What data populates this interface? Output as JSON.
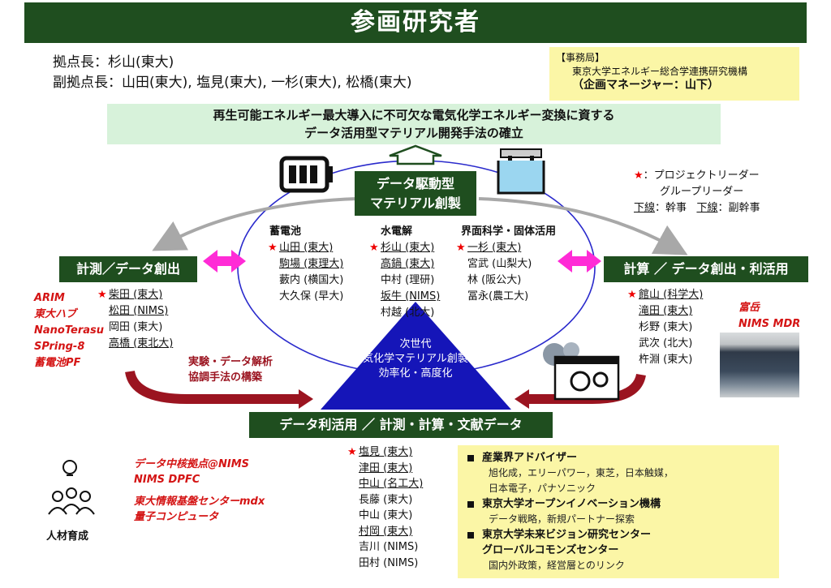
{
  "title": "参画研究者",
  "leaders": {
    "lead": "拠点長：杉山(東大)",
    "deputy": "副拠点長：山田(東大), 塩見(東大), 一杉(東大), 松橋(東大)"
  },
  "office": {
    "line1": "【事務局】",
    "line2": "東京大学エネルギー総合学連携研究機構",
    "line3": "（企画マネージャー：山下）"
  },
  "goal": {
    "line1": "再生可能エネルギー最大導入に不可欠な電気化学エネルギー変換に資する",
    "line2": "データ活用型マテリアル開発手法の確立"
  },
  "center_box": {
    "line1": "データ駆動型",
    "line2": "マテリアル創製"
  },
  "legend": {
    "line1": "：プロジェクトリーダー",
    "line2": "グループリーダー",
    "underline1": "下線",
    "label1": "：幹事",
    "underline2": "下線",
    "label2": "：副幹事"
  },
  "star": "★",
  "groups": {
    "battery": {
      "title": "蓄電池",
      "members": [
        {
          "name": "山田 (東大)",
          "star": true,
          "u": true
        },
        {
          "name": "駒場 (東理大)",
          "star": false,
          "u": true
        },
        {
          "name": "藪内 (横国大)",
          "star": false,
          "u": false
        },
        {
          "name": "大久保 (早大)",
          "star": false,
          "u": false
        }
      ]
    },
    "electrolysis": {
      "title": "水電解",
      "members": [
        {
          "name": "杉山 (東大)",
          "star": true,
          "u": true
        },
        {
          "name": "高鍋 (東大)",
          "star": false,
          "u": true
        },
        {
          "name": "中村 (理研)",
          "star": false,
          "u": false
        },
        {
          "name": "坂牛 (NIMS)",
          "star": false,
          "u": true
        },
        {
          "name": "村越 (北大)",
          "star": false,
          "u": false
        }
      ]
    },
    "interface": {
      "title": "界面科学・固体活用",
      "members": [
        {
          "name": "一杉 (東大)",
          "star": true,
          "u": true
        },
        {
          "name": "宮武 (山梨大)",
          "star": false,
          "u": false
        },
        {
          "name": "林 (阪公大)",
          "star": false,
          "u": false
        },
        {
          "name": "冨永(農工大)",
          "star": false,
          "u": false
        }
      ]
    }
  },
  "measure": {
    "label": "計測／データ創出",
    "members": [
      {
        "name": "柴田 (東大)",
        "star": true,
        "u": true
      },
      {
        "name": "松田 (NIMS)",
        "star": false,
        "u": true
      },
      {
        "name": "岡田 (東大)",
        "star": false,
        "u": false
      },
      {
        "name": "高橋 (東北大)",
        "star": false,
        "u": true
      }
    ],
    "facilities": [
      "ARIM",
      "東大ハブ",
      "NanoTerasu",
      "SPring-8",
      "蓄電池PF"
    ]
  },
  "compute": {
    "label": "計算 ／ データ創出・利活用",
    "members": [
      {
        "name": "館山 (科学大)",
        "star": true,
        "u": true
      },
      {
        "name": "滝田 (東大)",
        "star": false,
        "u": true
      },
      {
        "name": "杉野 (東大)",
        "star": false,
        "u": false
      },
      {
        "name": "武次 (北大)",
        "star": false,
        "u": false
      },
      {
        "name": "杵淵 (東大)",
        "star": false,
        "u": false
      }
    ],
    "facilities": [
      "富岳",
      "NIMS MDR"
    ]
  },
  "experiment": {
    "line1": "実験・データ解析",
    "line2": "協調手法の構築"
  },
  "nextgen": {
    "line1": "次世代",
    "line2": "電気化学マテリアル創製の",
    "line3": "効率化・高度化"
  },
  "datause": {
    "label": "データ利活用 ／ 計測・計算・文献データ",
    "members": [
      {
        "name": "塩見 (東大)",
        "star": true,
        "u": true
      },
      {
        "name": "津田 (東大)",
        "star": false,
        "u": true
      },
      {
        "name": "中山 (名工大)",
        "star": false,
        "u": true
      },
      {
        "name": "長藤 (東大)",
        "star": false,
        "u": false
      },
      {
        "name": "中山 (東大)",
        "star": false,
        "u": false
      },
      {
        "name": "村岡 (東大)",
        "star": false,
        "u": true
      },
      {
        "name": "吉川 (NIMS)",
        "star": false,
        "u": false
      },
      {
        "name": "田村 (NIMS)",
        "star": false,
        "u": false
      }
    ]
  },
  "data_centers": [
    "データ中核拠点@NIMS",
    "NIMS DPFC",
    "東大情報基盤センターmdx",
    "量子コンピュータ"
  ],
  "hr_label": "人材育成",
  "advisors": [
    {
      "head": "産業界アドバイザー",
      "sub": [
        "旭化成，エリーパワー，東芝，日本触媒，",
        "日本電子，パナソニック"
      ]
    },
    {
      "head": "東京大学オープンイノベーション機構",
      "sub": [
        "データ戦略，新規パートナー探索"
      ]
    },
    {
      "head": "東京大学未来ビジョン研究センター",
      "sub2": "グローバルコモンズセンター",
      "sub": [
        "国内外政策，経営層とのリンク"
      ]
    }
  ]
}
